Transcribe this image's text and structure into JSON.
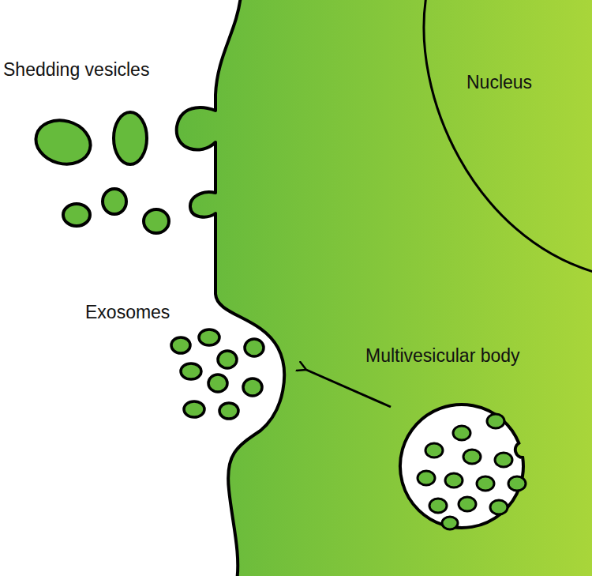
{
  "diagram": {
    "labels": [
      "Shedding vesicles",
      "Nucleus",
      "Exosomes",
      "Multivesicular body"
    ]
  }
}
